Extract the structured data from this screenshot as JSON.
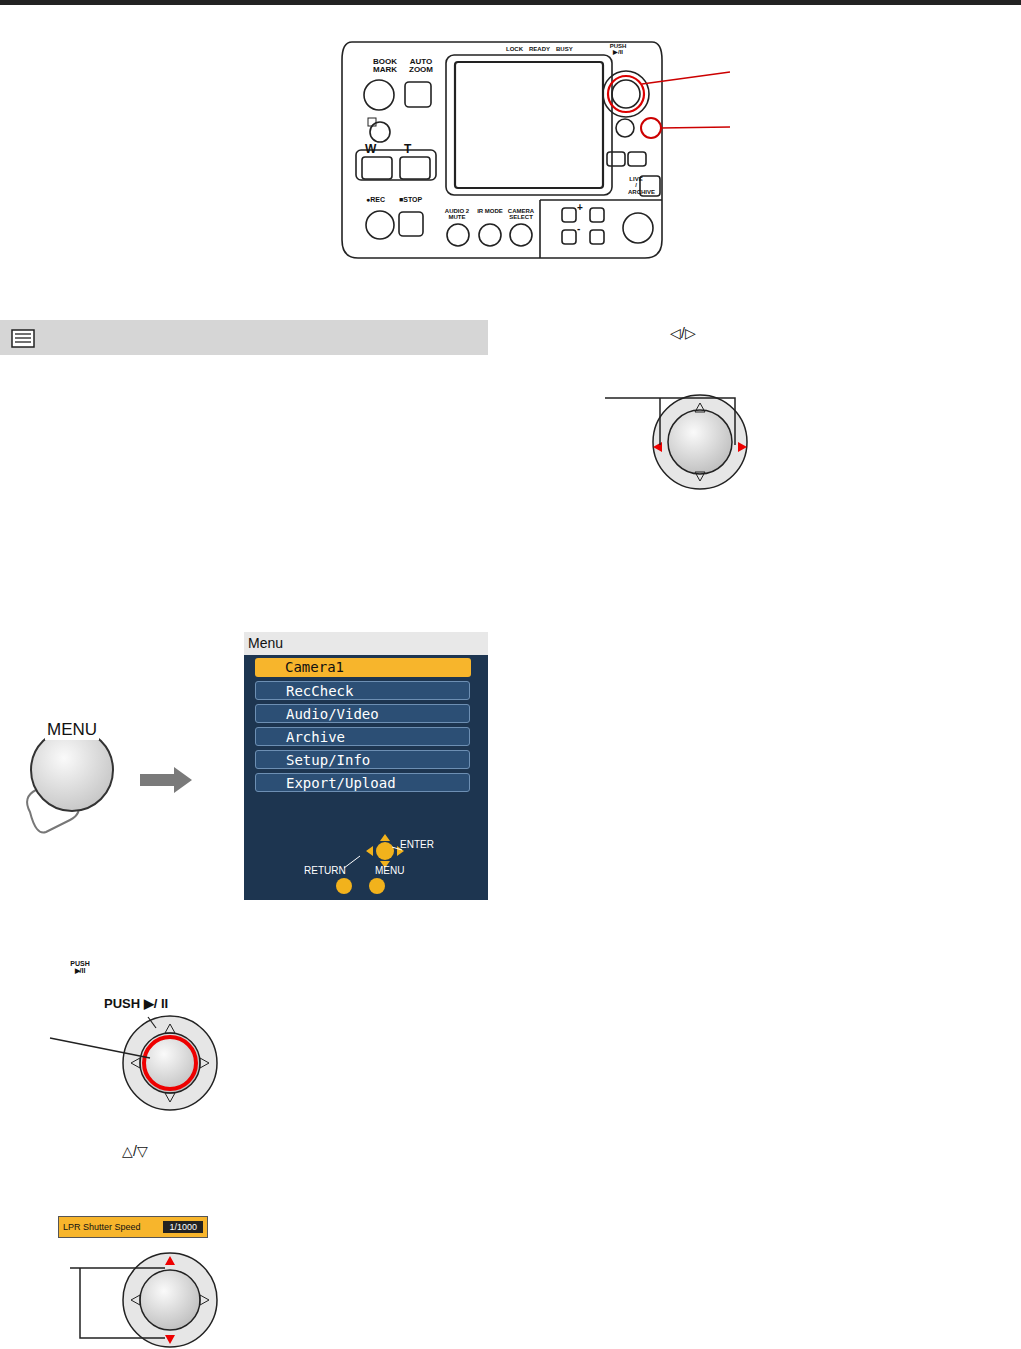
{
  "diagram": {
    "nodes": [
      {
        "text": [
          "MENU"
        ]
      },
      {
        "text": [
          "Menu"
        ]
      },
      {
        "text": [
          "Camera1"
        ],
        "in": 1
      },
      {
        "text": [
          "RecCheck"
        ],
        "in": 1
      },
      {
        "text": [
          "Audio/Video"
        ],
        "in": 1
      },
      {
        "text": [
          "Archive"
        ],
        "in": 1
      },
      {
        "text": [
          "Setup/Info"
        ],
        "in": 1
      },
      {
        "text": [
          "Export/Upload"
        ],
        "in": 1
      },
      {
        "text": [
          "LPR Shutter Speed",
          "1/1000"
        ]
      }
    ],
    "edges": [
      {
        "from": 0,
        "to": 1,
        "arrow": "to"
      }
    ],
    "labels": [
      "BOOK MARK",
      "AUTO ZOOM",
      "LOCK",
      "READY",
      "BUSY",
      "PUSH ▶/II",
      "W",
      "T",
      "●REC",
      "■STOP",
      "AUDIO 2 MUTE",
      "IR MODE",
      "CAMERA SELECT",
      "LIVE / ARCHIVE",
      "+",
      "-",
      "◁/▷",
      "PUSH ▶/II",
      "PUSH ▶/ II",
      "△/▽",
      "ENTER",
      "RETURN",
      "MENU"
    ]
  }
}
